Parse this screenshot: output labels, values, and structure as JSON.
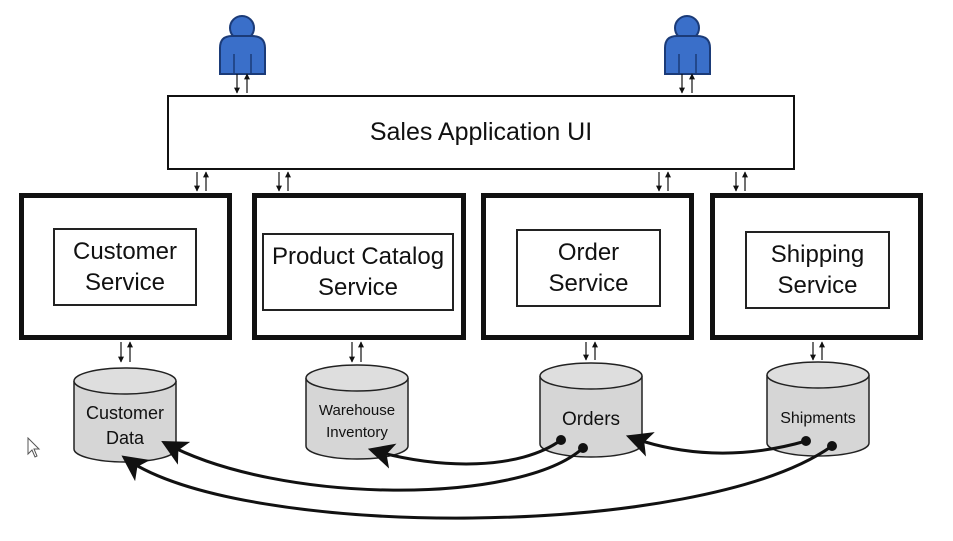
{
  "ui": {
    "label": "Sales Application UI"
  },
  "services": [
    {
      "label": "Customer\nService"
    },
    {
      "label": "Product Catalog\nService"
    },
    {
      "label": "Order\nService"
    },
    {
      "label": "Shipping\nService"
    }
  ],
  "databases": [
    {
      "label": "Customer\nData"
    },
    {
      "label": "Warehouse\nInventory"
    },
    {
      "label": "Orders"
    },
    {
      "label": "Shipments"
    }
  ],
  "colors": {
    "user_fill": "#3a6fc9",
    "user_stroke": "#1b3b78",
    "db_fill": "#d6d6d6",
    "line": "#111111"
  },
  "icons": [
    "user-icon",
    "database-icon",
    "mouse-cursor-icon"
  ]
}
